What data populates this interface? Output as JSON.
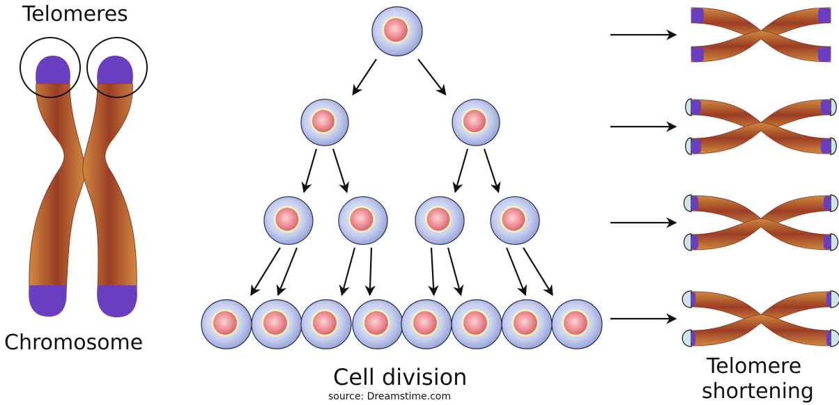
{
  "labels": {
    "telomeres": "Telomeres",
    "chromosome": "Chromosome",
    "cell_division": "Cell division",
    "source": "source: Dreamstime.com",
    "telomere_shortening_line1": "Telomere",
    "telomere_shortening_line2": "shortening"
  },
  "colors": {
    "chromatid": "#a44a2c",
    "chromatid_edge": "#c9873d",
    "telomere": "#6a3fbf",
    "telomere_light": "#9a7ad8",
    "lost_telomere": "#cfe3ea",
    "cell_outer": "#b9c3e6",
    "cell_nucleus": "#e98c92",
    "cell_nucleus_ring": "#f3f0b8",
    "arrow": "#111111"
  },
  "figure": {
    "cell_division_levels": [
      1,
      2,
      4,
      8
    ],
    "shortened_chromosome_count": 4,
    "icons": [
      "chromosome-icon",
      "circle-highlight-icon",
      "cell-icon",
      "arrow-icon"
    ]
  }
}
